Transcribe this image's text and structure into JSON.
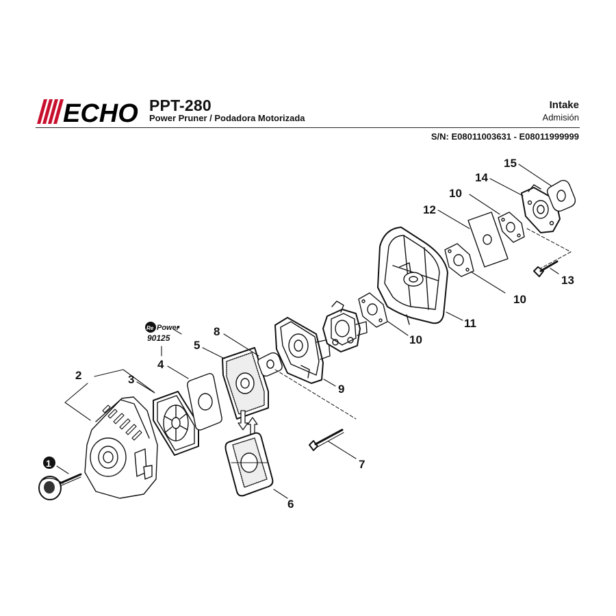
{
  "header": {
    "brand": "ECHO",
    "model": "PPT-280",
    "subtitle": "Power Pruner / Podadora Motorizada",
    "section_title": "Intake",
    "section_title_es": "Admisión",
    "serial_range": "S/N: E08011003631 - E08011999999"
  },
  "badge": {
    "re_mark": "Re",
    "power_mark": "Power",
    "part_code": "90125"
  },
  "callouts": {
    "c1": "1",
    "c2": "2",
    "c3": "3",
    "c4": "4",
    "c5": "5",
    "c6": "6",
    "c7": "7",
    "c8": "8",
    "c9": "9",
    "c10a": "10",
    "c10b": "10",
    "c10c": "10",
    "c11": "11",
    "c12": "12",
    "c13": "13",
    "c14": "14",
    "c15": "15"
  },
  "colors": {
    "line": "#111111",
    "accent_dark": "#000000",
    "background": "#ffffff"
  }
}
